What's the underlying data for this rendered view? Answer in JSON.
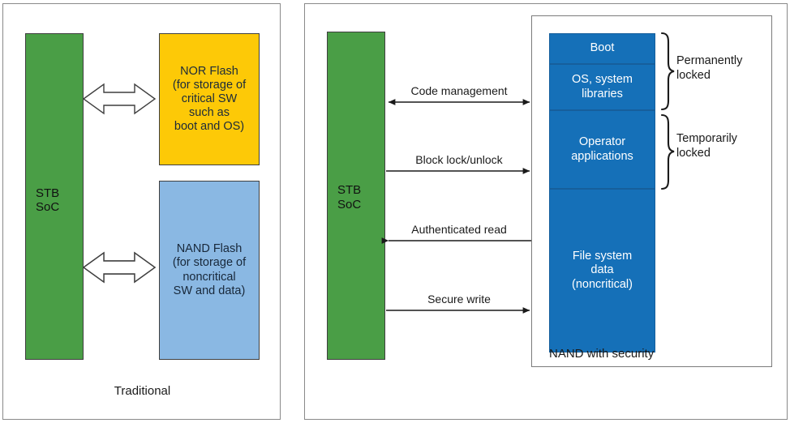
{
  "diagram": {
    "title": "STB SoC flash memory architectures",
    "colors": {
      "green": "#4a9e46",
      "yellow": "#fdc907",
      "light_blue": "#8ab8e3",
      "dark_blue": "#1570b8",
      "panel_border": "#8a8a8a",
      "text": "#1a1a1a",
      "white_text": "#ffffff"
    },
    "panels": [
      {
        "id": "traditional",
        "caption": "Traditional",
        "blocks": [
          {
            "name": "stb-soc",
            "label": "STB\nSoC",
            "color": "#4a9e46"
          },
          {
            "name": "nor-flash",
            "label": "NOR Flash\n(for storage of\ncritical SW\nsuch as\nboot and OS)",
            "color": "#fdc907"
          },
          {
            "name": "nand-flash",
            "label": "NAND Flash\n(for storage of\nnoncritical\nSW and data)",
            "color": "#8ab8e3"
          }
        ],
        "connections": [
          {
            "name": "soc-to-nor",
            "style": "hollow-double-arrow",
            "label": ""
          },
          {
            "name": "soc-to-nand",
            "style": "hollow-double-arrow",
            "label": ""
          }
        ]
      },
      {
        "id": "nand-with-security",
        "caption": "NAND with security",
        "container_label": "NAND with security",
        "blocks": [
          {
            "name": "stb-soc",
            "label": "STB\nSoC",
            "color": "#4a9e46"
          },
          {
            "name": "boot",
            "label": "Boot",
            "color": "#1570b8"
          },
          {
            "name": "os-system-libraries",
            "label": "OS, system\nlibraries",
            "color": "#1570b8"
          },
          {
            "name": "operator-applications",
            "label": "Operator\napplications",
            "color": "#1570b8"
          },
          {
            "name": "file-system-data",
            "label": "File system\ndata\n(noncritical)",
            "color": "#1570b8"
          }
        ],
        "braces": [
          {
            "name": "permanently-locked",
            "label": "Permanently\nlocked",
            "spans": [
              "boot",
              "os-system-libraries"
            ]
          },
          {
            "name": "temporarily-locked",
            "label": "Temporarily\nlocked",
            "spans": [
              "operator-applications"
            ]
          }
        ],
        "connections": [
          {
            "name": "code-management",
            "label": "Code management",
            "direction": "bidirectional"
          },
          {
            "name": "block-lock-unlock",
            "label": "Block lock/unlock",
            "direction": "right"
          },
          {
            "name": "authenticated-read",
            "label": "Authenticated read",
            "direction": "left"
          },
          {
            "name": "secure-write",
            "label": "Secure write",
            "direction": "right"
          }
        ]
      }
    ]
  },
  "traditional": {
    "caption": "Traditional",
    "stb_soc": "STB\nSoC",
    "nor_flash": "NOR Flash\n(for storage of\ncritical SW\nsuch as\nboot and OS)",
    "nand_flash": "NAND Flash\n(for storage of\nnoncritical\nSW and data)"
  },
  "secure": {
    "caption": "NAND with security",
    "stb_soc": "STB\nSoC",
    "container_label": "NAND with security",
    "segments": {
      "boot": "Boot",
      "os": "OS, system\nlibraries",
      "operator": "Operator\napplications",
      "filesystem": "File system\ndata\n(noncritical)"
    },
    "brace_labels": {
      "permanently_locked": "Permanently\nlocked",
      "temporarily_locked": "Temporarily\nlocked"
    },
    "arrows": {
      "code_management": "Code management",
      "block_lock_unlock": "Block lock/unlock",
      "authenticated_read": "Authenticated read",
      "secure_write": "Secure write"
    }
  }
}
